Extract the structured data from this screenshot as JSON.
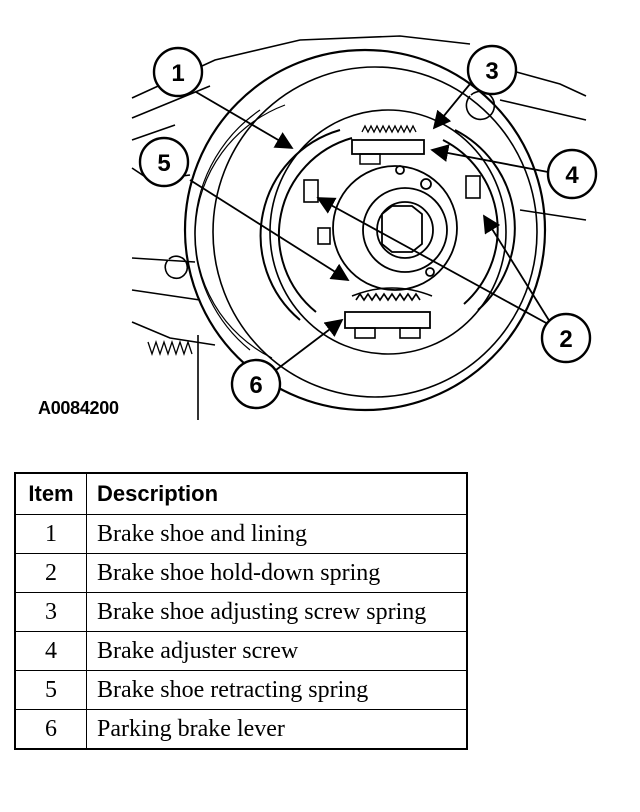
{
  "figure": {
    "code": "A0084200",
    "callouts": [
      "1",
      "2",
      "3",
      "4",
      "5",
      "6"
    ]
  },
  "table": {
    "headers": {
      "item": "Item",
      "description": "Description"
    },
    "rows": [
      {
        "item": "1",
        "description": "Brake shoe and lining"
      },
      {
        "item": "2",
        "description": "Brake shoe hold-down spring"
      },
      {
        "item": "3",
        "description": "Brake shoe adjusting screw spring"
      },
      {
        "item": "4",
        "description": "Brake adjuster screw"
      },
      {
        "item": "5",
        "description": "Brake shoe retracting spring"
      },
      {
        "item": "6",
        "description": "Parking brake lever"
      }
    ]
  }
}
